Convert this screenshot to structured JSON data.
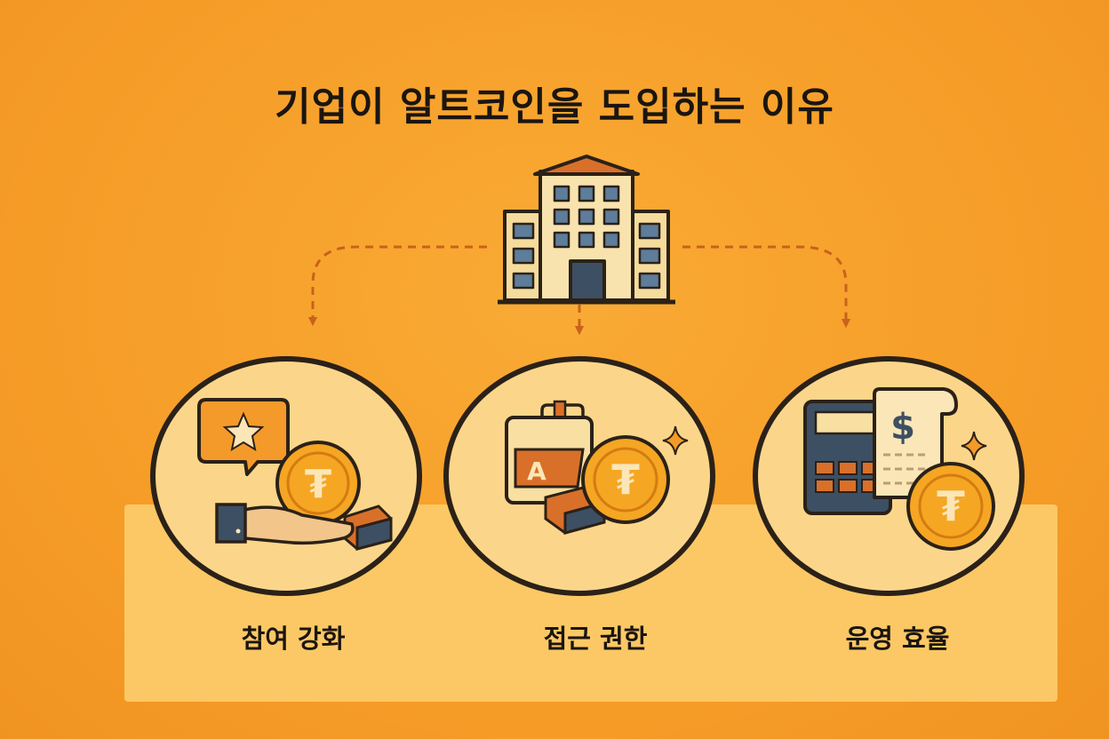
{
  "title": "기업이 알트코인을 도입하는 이유",
  "items": [
    {
      "label": "참여 강화"
    },
    {
      "label": "접근 권한"
    },
    {
      "label": "운영 효율"
    }
  ],
  "icons": {
    "header": "office-building-icon",
    "item1": [
      "review-star-bubble-icon",
      "hand-giving-coin-icon"
    ],
    "item2": [
      "access-card-icon",
      "coin-icon",
      "sparkle-icon"
    ],
    "item3": [
      "calculator-icon",
      "dollar-receipt-icon",
      "coin-icon",
      "sparkle-icon"
    ]
  },
  "coin_symbol": "₮",
  "card_letter": "A",
  "receipt_symbol": "$",
  "colors": {
    "background": "#f7a12a",
    "panel": "#fbc865",
    "outline": "#2b2118",
    "coin": "#f5a623",
    "arrow": "#c9621b"
  }
}
